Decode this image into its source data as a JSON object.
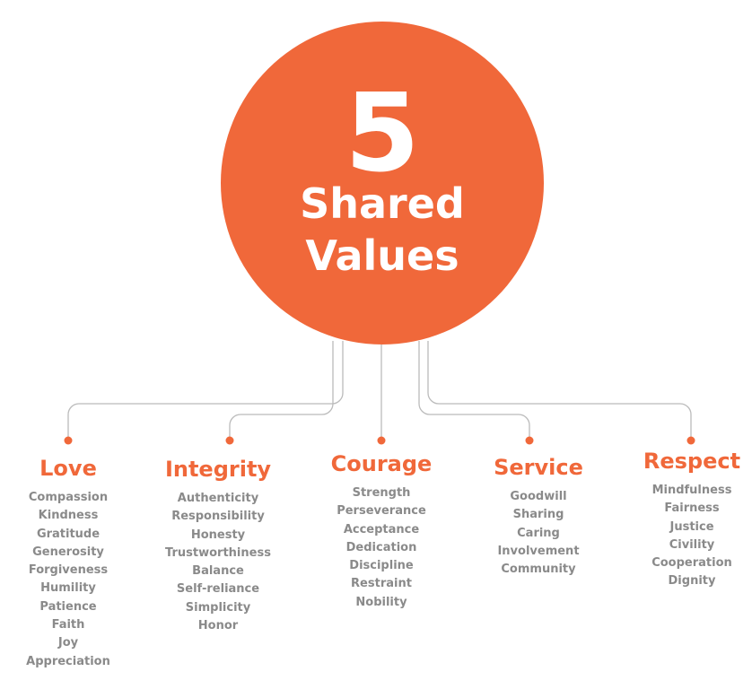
{
  "headline": {
    "number": "5",
    "line1": "Shared",
    "line2": "Values"
  },
  "colors": {
    "accent": "#f0683a",
    "item_text": "#8a8a8a",
    "connector": "#bbbbbb"
  },
  "values": [
    {
      "title": "Love",
      "items": [
        "Compassion",
        "Kindness",
        "Gratitude",
        "Generosity",
        "Forgiveness",
        "Humility",
        "Patience",
        "Faith",
        "Joy",
        "Appreciation"
      ]
    },
    {
      "title": "Integrity",
      "items": [
        "Authenticity",
        "Responsibility",
        "Honesty",
        "Trustworthiness",
        "Balance",
        "Self-reliance",
        "Simplicity",
        "Honor"
      ]
    },
    {
      "title": "Courage",
      "items": [
        "Strength",
        "Perseverance",
        "Acceptance",
        "Dedication",
        "Discipline",
        "Restraint",
        "Nobility"
      ]
    },
    {
      "title": "Service",
      "items": [
        "Goodwill",
        "Sharing",
        "Caring",
        "Involvement",
        "Community"
      ]
    },
    {
      "title": "Respect",
      "items": [
        "Mindfulness",
        "Fairness",
        "Justice",
        "Civility",
        "Cooperation",
        "Dignity"
      ]
    }
  ]
}
